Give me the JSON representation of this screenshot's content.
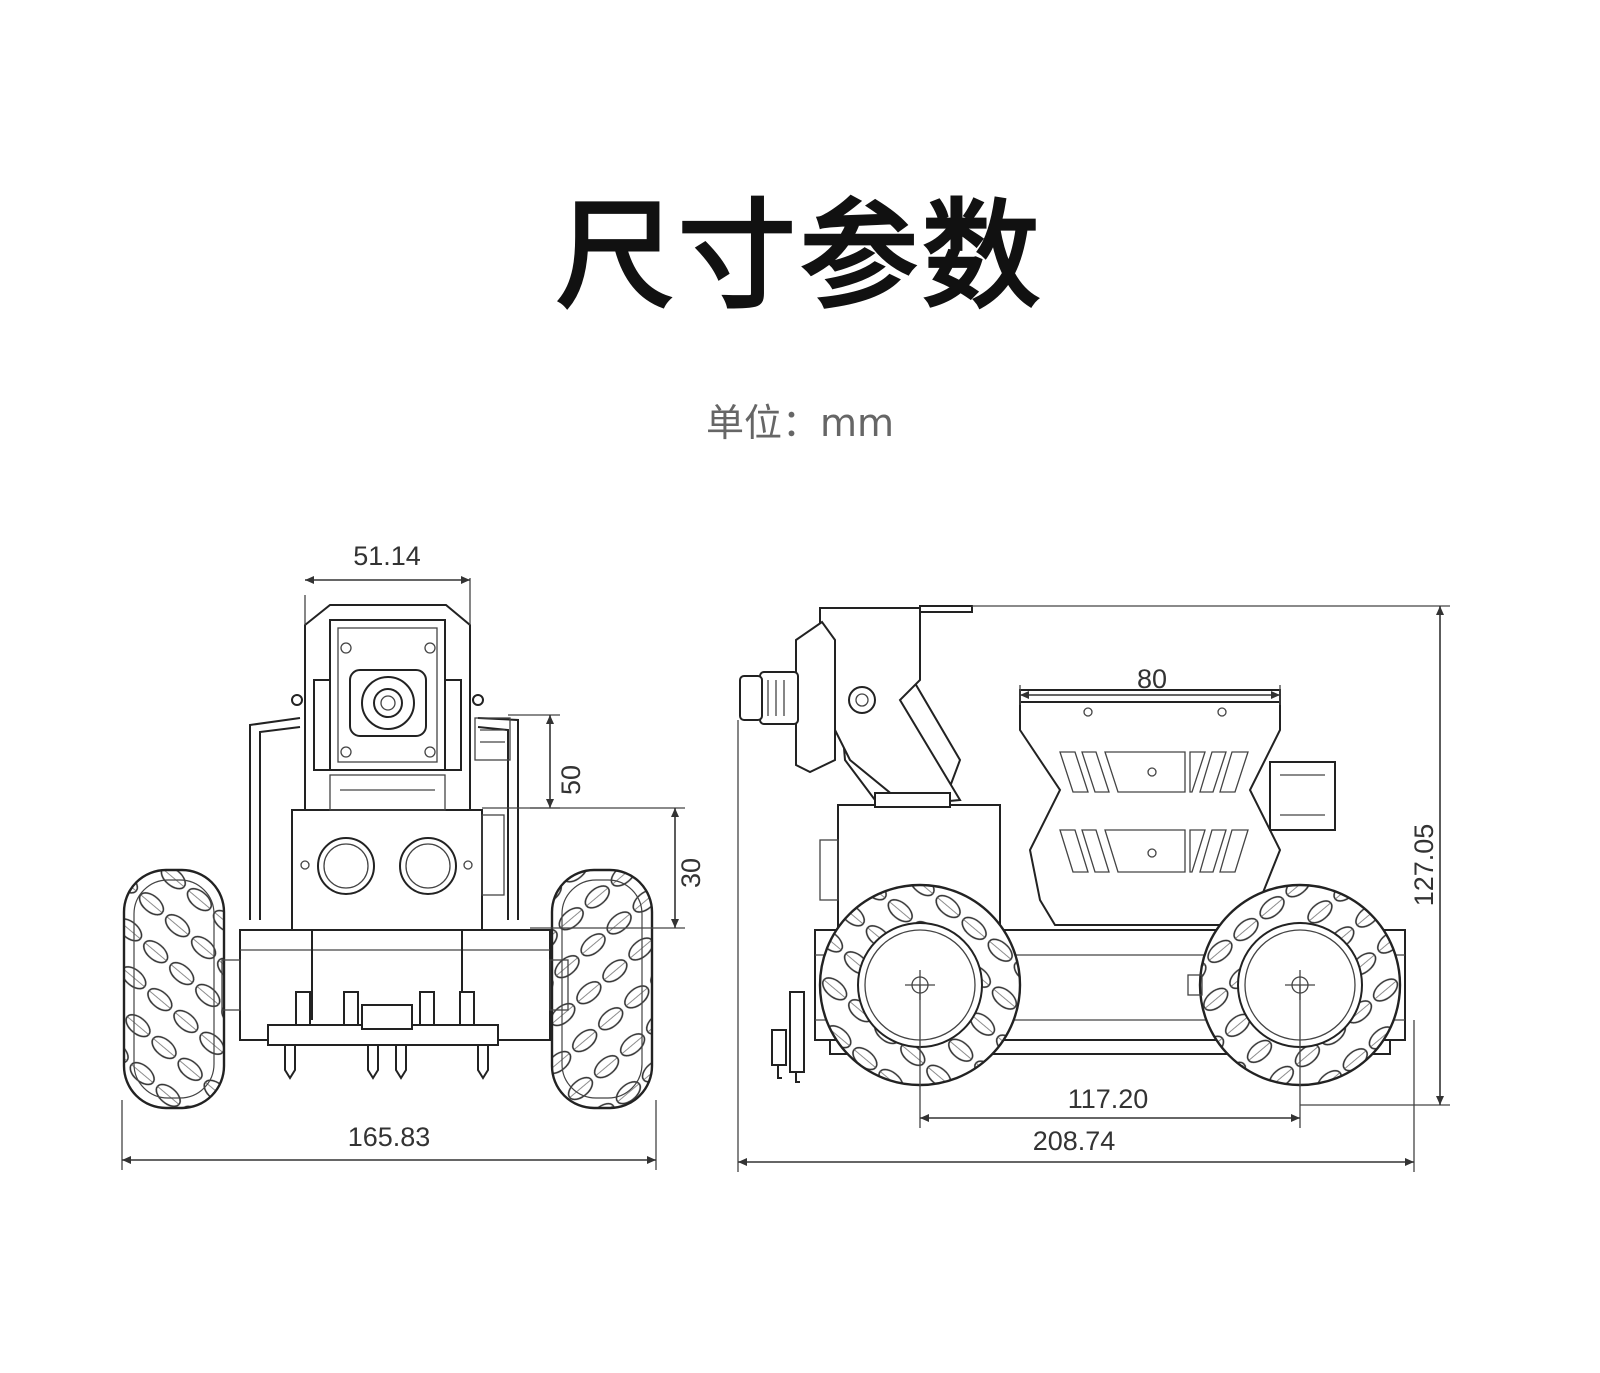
{
  "title": "尺寸参数",
  "unit_label": "单位：mm",
  "dimensions": {
    "front_camera_width": "51.14",
    "front_height_upper": "50",
    "front_height_lower": "30",
    "front_total_width": "165.83",
    "side_top_width": "80",
    "side_total_height": "127.05",
    "side_wheelbase": "117.20",
    "side_total_length": "208.74"
  }
}
